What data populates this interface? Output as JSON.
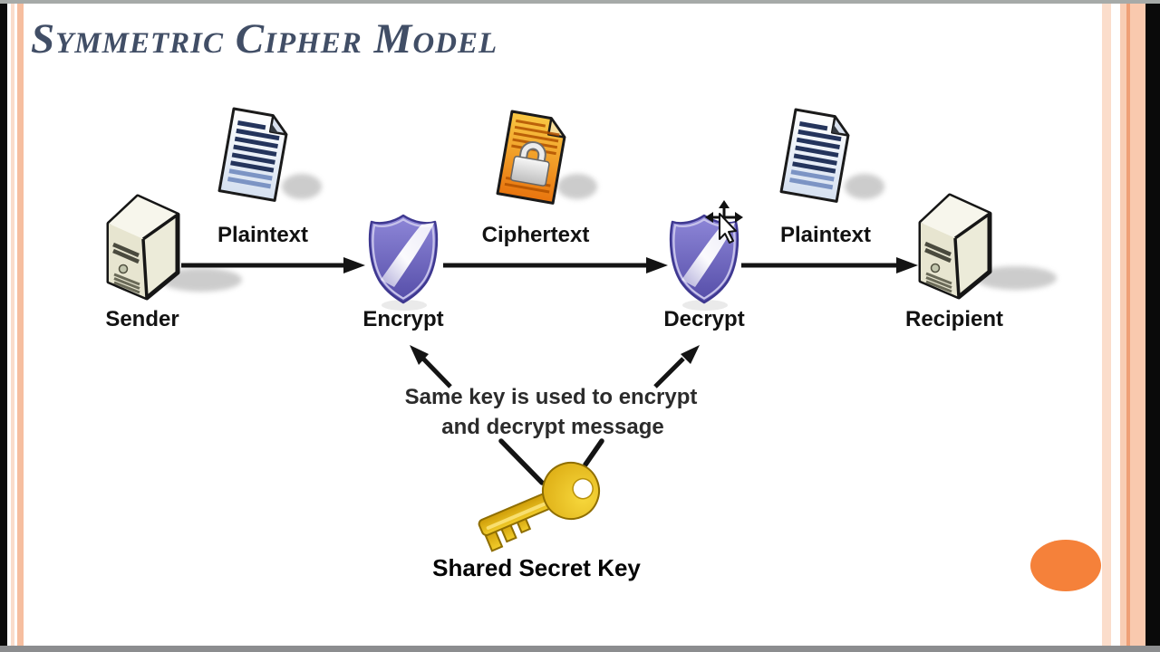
{
  "window": {
    "top_bar_color": "#A6AAA8",
    "bottom_bar_color": "#8C8D8F",
    "side_edge_color": "#0A0A0A"
  },
  "slide": {
    "background_color": "#FFFFFF",
    "title": "Symmetric Cipher Model",
    "title_color": "#414E66",
    "border_accent_light": "#FBDDCB",
    "border_accent": "#F7C2A4",
    "border_accent_dark": "#EFA077",
    "accent_ellipse_color": "#F5813A"
  },
  "diagram": {
    "labels": {
      "sender": "Sender",
      "plaintext_left": "Plaintext",
      "encrypt": "Encrypt",
      "ciphertext": "Ciphertext",
      "decrypt": "Decrypt",
      "plaintext_right": "Plaintext",
      "recipient": "Recipient"
    },
    "annotation": {
      "line1": "Same key is used to encrypt",
      "line2": "and decrypt message"
    },
    "key_label": "Shared Secret Key",
    "icons": [
      "server-icon",
      "document-icon",
      "shield-icon",
      "locked-document-icon",
      "key-icon"
    ],
    "colors": {
      "shield_purple": "#6A63BE",
      "key_gold": "#EDC51F",
      "ciphertext_page_orange": "#F09A28",
      "arrow_black": "#141414",
      "server_cream": "#ECEBD9"
    }
  },
  "cursor": {
    "kind": "move-cursor-with-pointer"
  }
}
